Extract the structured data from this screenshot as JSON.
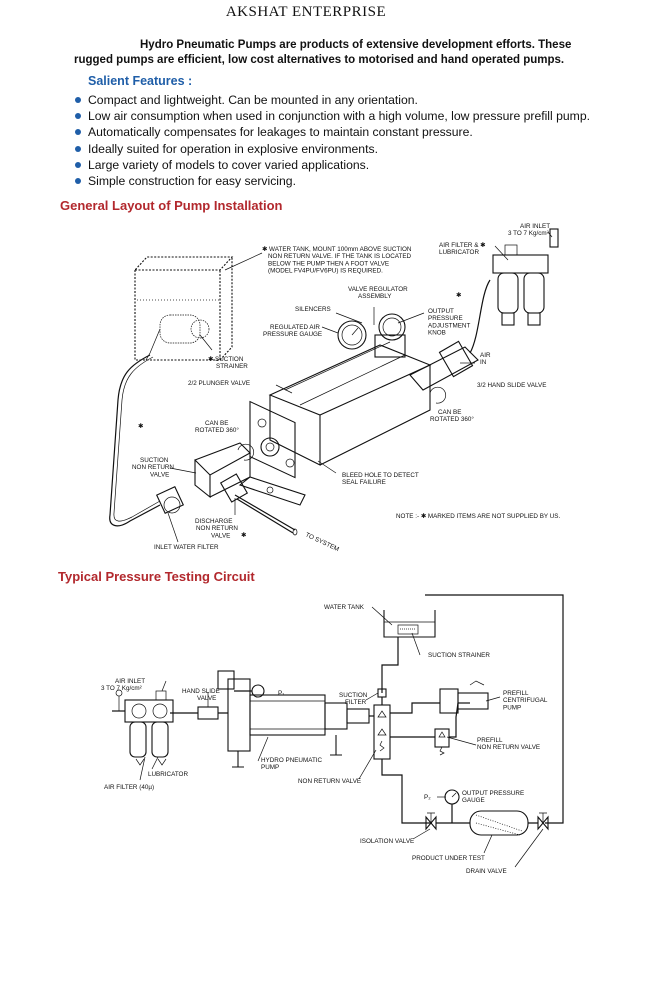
{
  "header": {
    "company": "AKSHAT ENTERPRISE"
  },
  "intro": "Hydro Pneumatic Pumps are products of extensive development efforts. These rugged pumps are efficient, low cost alternatives to motorised and hand operated pumps.",
  "features": {
    "title": "Salient Features :",
    "items": [
      "Compact and lightweight. Can be mounted in any orientation.",
      "Low air consumption when used in conjunction with a high volume, low pressure prefill pump.",
      "Automatically compensates for leakages to maintain constant pressure.",
      "Ideally suited for operation in explosive environments.",
      "Large variety of models to cover varied applications.",
      "Simple construction for easy servicing."
    ]
  },
  "layout_section": {
    "title": "General Layout of Pump Installation",
    "labels": {
      "water_tank": [
        "✱ WATER TANK, MOUNT 100mm ABOVE SUCTION",
        "NON RETURN VALVE. IF THE TANK IS LOCATED",
        "BELOW THE PUMP THEN A FOOT VALVE",
        "(MODEL FV4PU/FV6PU) IS REQUIRED."
      ],
      "air_inlet": [
        "AIR INLET",
        "3 TO 7 Kg/cm²"
      ],
      "air_filter": [
        "AIR FILTER & ✱",
        "LUBRICATOR"
      ],
      "valve_regulator": [
        "VALVE REGULATOR",
        "ASSEMBLY"
      ],
      "silencers": "SILENCERS",
      "output_knob": [
        "OUTPUT",
        "PRESSURE",
        "ADJUSTMENT",
        "KNOB"
      ],
      "regulated_gauge": [
        "REGULATED AIR",
        "PRESSURE GAUGE"
      ],
      "suction_strainer": [
        "✱ SUCTION",
        "STRAINER"
      ],
      "plunger_valve": "2/2 PLUNGER VALVE",
      "air_in": [
        "AIR",
        "IN"
      ],
      "hand_slide": "3/2 HAND SLIDE VALVE",
      "rotated_1": [
        "CAN BE",
        "ROTATED 360°"
      ],
      "rotated_2": [
        "CAN BE",
        "ROTATED 360°"
      ],
      "suction_nrv": [
        "SUCTION",
        "NON RETURN",
        "VALVE"
      ],
      "bleed_hole": [
        "BLEED HOLE TO DETECT",
        "SEAL FAILURE"
      ],
      "discharge_nrv": [
        "DISCHARGE",
        "NON RETURN",
        "VALVE"
      ],
      "inlet_filter": "INLET WATER FILTER",
      "to_system": "TO SYSTEM",
      "note": "NOTE :- ✱ MARKED ITEMS ARE NOT SUPPLIED BY US.",
      "star": "✱"
    }
  },
  "circuit_section": {
    "title": "Typical Pressure Testing Circuit",
    "labels": {
      "water_tank": "WATER TANK",
      "suction_strainer": "SUCTION STRAINER",
      "air_inlet": [
        "AIR INLET",
        "3 TO 7 Kg/cm²"
      ],
      "hand_slide": [
        "HAND SLIDE",
        "VALVE"
      ],
      "p1": "P₁",
      "suction_filter": [
        "SUCTION",
        "FILTER"
      ],
      "prefill_pump": [
        "PREFILL",
        "CENTRIFUGAL",
        "PUMP"
      ],
      "prefill_nrv": [
        "PREFILL",
        "NON RETURN VALVE"
      ],
      "hp_pump": [
        "HYDRO PNEUMATIC",
        "PUMP"
      ],
      "lubricator": "LUBRICATOR",
      "nrv": "NON RETURN VALVE",
      "air_filter": "AIR FILTER (40µ)",
      "p2": "P₂",
      "output_gauge": [
        "OUTPUT PRESSURE",
        "GAUGE"
      ],
      "isolation": "ISOLATION VALVE",
      "product": "PRODUCT UNDER TEST",
      "drain": "DRAIN VALVE"
    }
  }
}
